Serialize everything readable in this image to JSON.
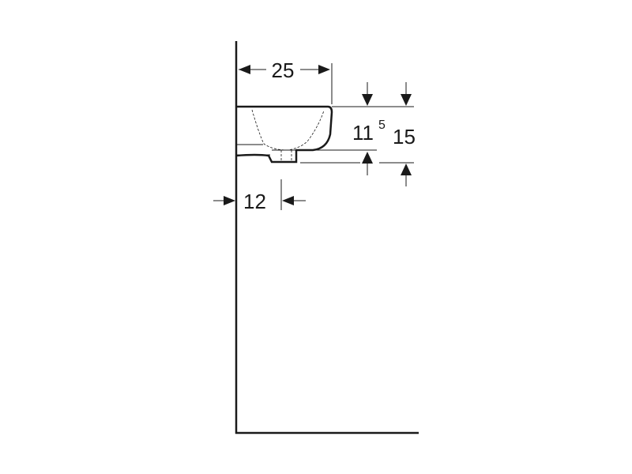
{
  "dimensions": {
    "depth": "25",
    "rim_to_outlet": "11",
    "rim_to_outlet_sup": "5",
    "overall_height": "15",
    "outlet_offset": "12"
  }
}
